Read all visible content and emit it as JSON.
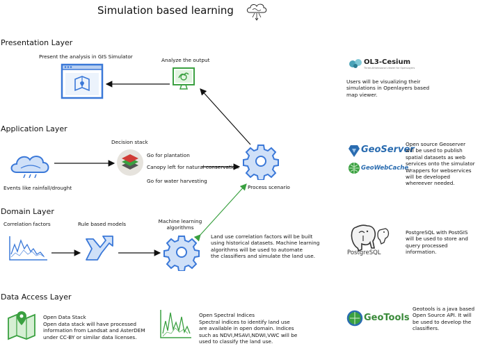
{
  "title": "Simulation based learning",
  "layers": {
    "presentation": "Presentation Layer",
    "application": "Application Layer",
    "domain": "Domain Layer",
    "data_access": "Data Access Layer"
  },
  "presentation": {
    "gis_caption": "Present the analysis in GIS Simulator",
    "analyze_caption": "Analyze the output"
  },
  "application": {
    "decision_title": "Decision stack",
    "decisions": [
      "Go for plantation",
      "Canopy left for natural conservation",
      "Go for water harvesting"
    ],
    "events_caption": "Events like rainfall/drought",
    "process_caption": "Process scenario"
  },
  "domain": {
    "correlation_caption": "Correlation factors",
    "rule_caption": "Rule based models",
    "ml_caption_1": "Machine learning",
    "ml_caption_2": "algorithms",
    "ml_desc": [
      "Land use correlation factors will be built",
      "using historical datasets. Machine learning",
      "algorithms will be used to automate",
      "the classifiers and simulate the land use."
    ]
  },
  "data_access": {
    "open_data_title": "Open Data Stack",
    "open_data_desc": [
      "Open data stack will have processed",
      "information from Landsat and AsterDEM",
      "under CC-BY or similar data licenses."
    ],
    "spectral_title": "Open Spectral Indices",
    "spectral_desc": [
      "Spectral indices to identify land use",
      "are available in open domain. Indices",
      "such as NDVI,MSAVI,NDWI,VWC will be",
      "used to classify the land use."
    ]
  },
  "tech": {
    "ol3_logo": "OL3-Cesium",
    "ol3_tagline": "Three-dimensional viewer for OpenLayers",
    "ol3_desc": [
      "Users will be visualizing their",
      "simulations in Openlayers based",
      "map viewer."
    ],
    "geoserver_logo": "GeoServer",
    "geowebcache_logo": "GeoWebCache",
    "geoserver_desc": [
      "Open source Geoserver",
      "will be used to publish",
      "spatial datasets as web",
      "services onto the simulator",
      "Wrappers for webservices",
      "will be developed",
      "whereever needed."
    ],
    "postgres_logo": "PostgreSQL",
    "postgres_desc": [
      "PostgreSQL with PostGIS",
      "will be used to store and",
      "query processed",
      "information."
    ],
    "geotools_logo": "GeoTools",
    "geotools_desc": [
      "Geotools is a java based",
      "Open Source API. It will",
      "be used to develop the",
      "classifiers."
    ]
  },
  "colors": {
    "blue": "#3a78d8",
    "green": "#3aa040",
    "black": "#111111",
    "geoserver_blue": "#2a6cb0"
  }
}
